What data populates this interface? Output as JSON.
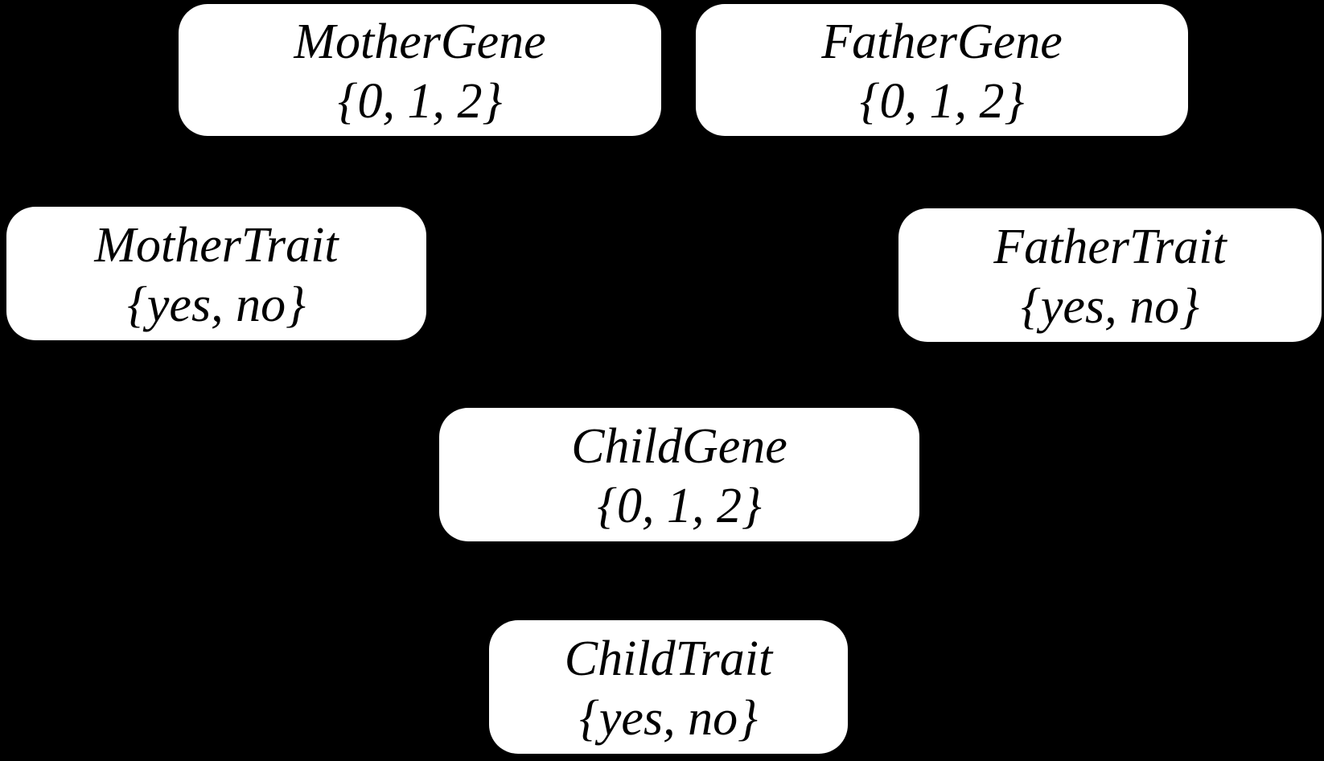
{
  "diagram": {
    "type": "bayesian-network",
    "background_color": "#000000",
    "node_fill_color": "#ffffff",
    "node_text_color": "#000000",
    "nodes": {
      "mother_gene": {
        "title": "MotherGene",
        "values": "{0, 1, 2}"
      },
      "father_gene": {
        "title": "FatherGene",
        "values": "{0, 1, 2}"
      },
      "mother_trait": {
        "title": "MotherTrait",
        "values": "{yes, no}"
      },
      "father_trait": {
        "title": "FatherTrait",
        "values": "{yes, no}"
      },
      "child_gene": {
        "title": "ChildGene",
        "values": "{0, 1, 2}"
      },
      "child_trait": {
        "title": "ChildTrait",
        "values": "{yes, no}"
      }
    }
  }
}
